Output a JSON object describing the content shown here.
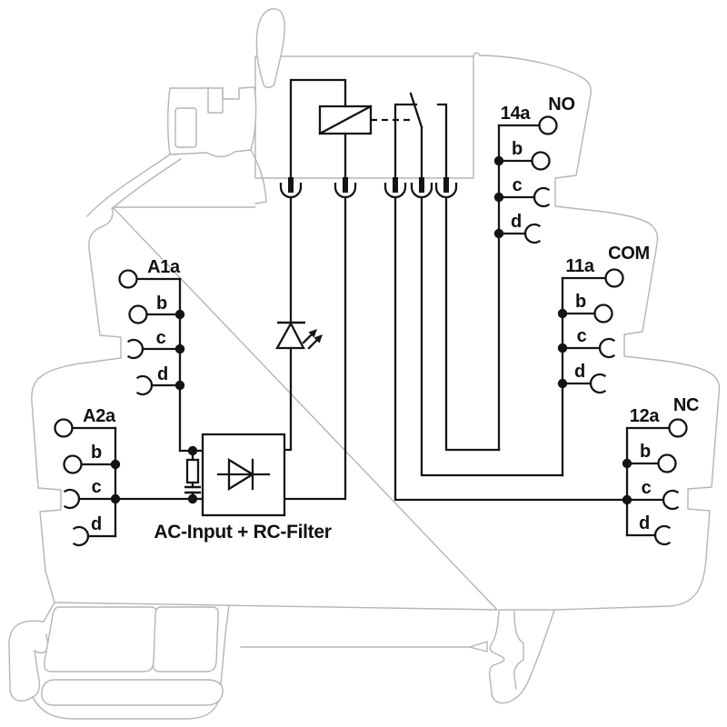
{
  "diagram": {
    "title": "relay module wiring diagram",
    "colors": {
      "circuit": "#141414",
      "housing_outline": "#b5b5b5",
      "background": "#ffffff"
    },
    "function_box": {
      "label": "AC-Input + RC-Filter"
    },
    "components": {
      "relay_coil": "relay-coil",
      "changeover_contact": "changeover-contact",
      "led": "led-indicator",
      "rc_filter": "rc-filter",
      "plug_connector": "plug-in-connection"
    },
    "groups": {
      "a1": {
        "name": "A1a",
        "b": "b",
        "c": "c",
        "d": "d"
      },
      "a2": {
        "name": "A2a",
        "b": "b",
        "c": "c",
        "d": "d"
      },
      "g14": {
        "name": "14a",
        "contact": "NO",
        "b": "b",
        "c": "c",
        "d": "d"
      },
      "g11": {
        "name": "11a",
        "contact": "COM",
        "b": "b",
        "c": "c",
        "d": "d"
      },
      "g12": {
        "name": "12a",
        "contact": "NC",
        "b": "b",
        "c": "c",
        "d": "d"
      }
    }
  }
}
